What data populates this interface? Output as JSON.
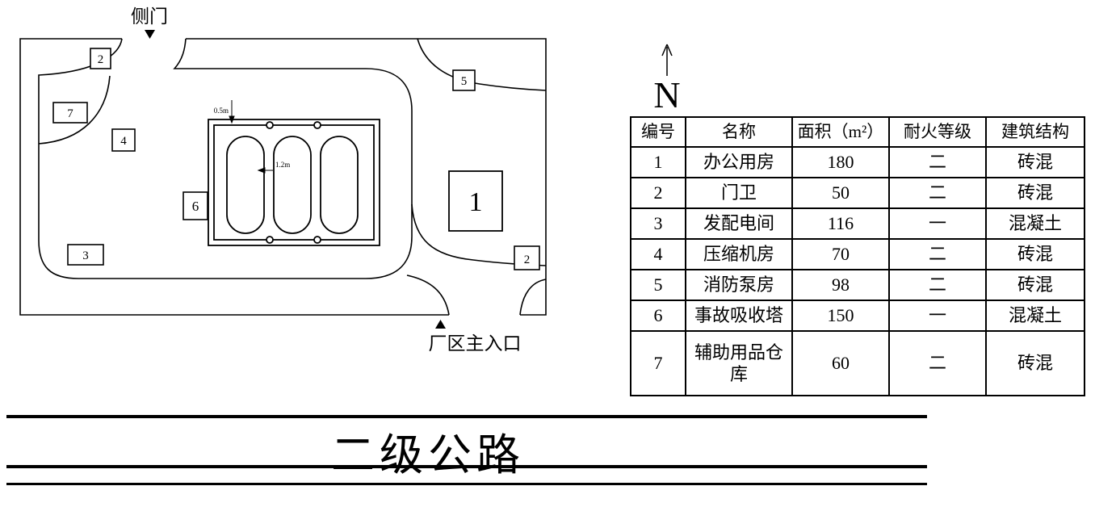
{
  "plan": {
    "side_door_label": "侧门",
    "main_entrance_label": "厂区主入口",
    "dim_small": "0.5m",
    "dim_large": "1.2m",
    "markers": [
      {
        "label": "2"
      },
      {
        "label": "7"
      },
      {
        "label": "4"
      },
      {
        "label": "6"
      },
      {
        "label": "3"
      },
      {
        "label": "5"
      },
      {
        "label": "1"
      },
      {
        "label": "2"
      }
    ]
  },
  "north": {
    "label": "N"
  },
  "table": {
    "headers": [
      "编号",
      "名称",
      "面积（m²）",
      "耐火等级",
      "建筑结构"
    ],
    "rows": [
      {
        "id": "1",
        "name": "办公用房",
        "area": "180",
        "fire": "二",
        "structure": "砖混"
      },
      {
        "id": "2",
        "name": "门卫",
        "area": "50",
        "fire": "二",
        "structure": "砖混"
      },
      {
        "id": "3",
        "name": "发配电间",
        "area": "116",
        "fire": "一",
        "structure": "混凝土"
      },
      {
        "id": "4",
        "name": "压缩机房",
        "area": "70",
        "fire": "二",
        "structure": "砖混"
      },
      {
        "id": "5",
        "name": "消防泵房",
        "area": "98",
        "fire": "二",
        "structure": "砖混"
      },
      {
        "id": "6",
        "name": "事故吸收塔",
        "area": "150",
        "fire": "一",
        "structure": "混凝土"
      },
      {
        "id": "7",
        "name": "辅助用品仓库",
        "area": "60",
        "fire": "二",
        "structure": "砖混"
      }
    ]
  },
  "road": {
    "label": "二级公路"
  },
  "colors": {
    "line": "#000000",
    "background": "#ffffff"
  }
}
